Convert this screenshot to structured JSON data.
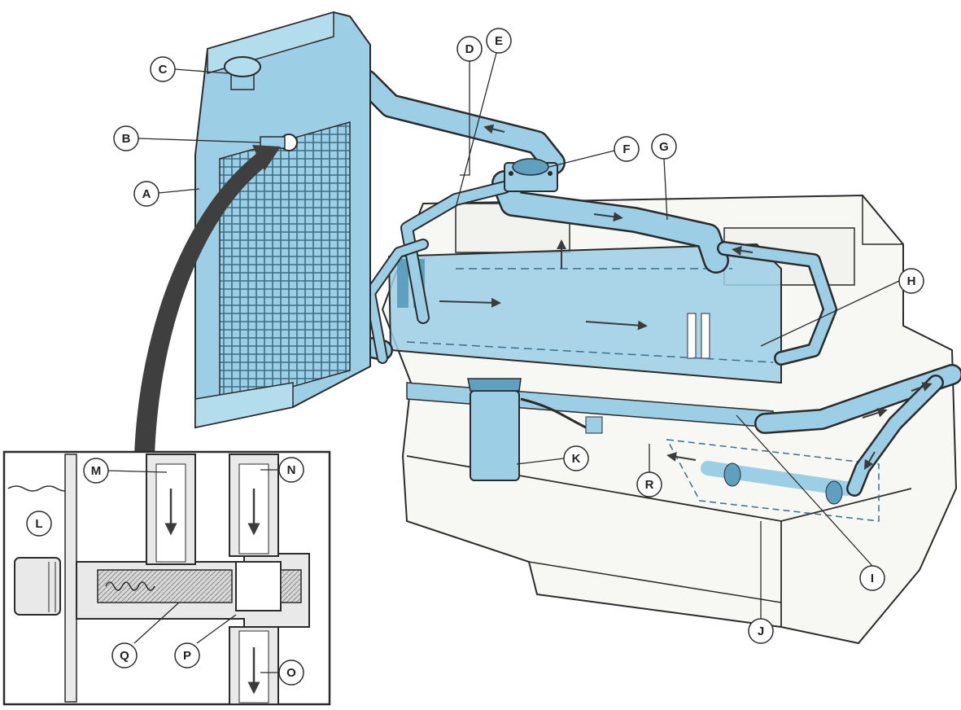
{
  "callouts": {
    "A": "A",
    "B": "B",
    "C": "C",
    "D": "D",
    "E": "E",
    "F": "F",
    "G": "G",
    "H": "H",
    "I": "I",
    "J": "J",
    "K": "K",
    "L": "L",
    "M": "M",
    "N": "N",
    "O": "O",
    "P": "P",
    "Q": "Q",
    "R": "R"
  },
  "colors": {
    "coolant": "#9ccfe6",
    "coolant_dark": "#5f9fbf",
    "outline": "#2b2b2b",
    "engine": "#f7f7f4",
    "inset_metal": "#e9e9e9",
    "arrow": "#3b3b3b"
  }
}
